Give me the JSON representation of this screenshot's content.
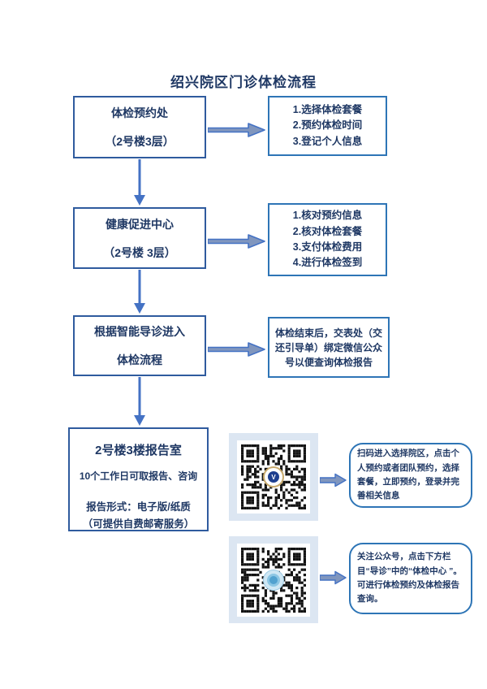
{
  "title": "绍兴院区门诊体检流程",
  "colors": {
    "text_navy": "#1f3864",
    "flow_border": "#2f5b9e",
    "detail_border": "#2e75b6",
    "arrow_stroke": "#4472c4",
    "arrow_fill": "#8096be",
    "qr_card_bg": "#dce6f2"
  },
  "steps": [
    {
      "line1": "体检预约处",
      "line2": "（2号楼3层）"
    },
    {
      "line1": "健康促进中心",
      "line2": "（2号楼 3层）"
    },
    {
      "line1": "根据智能导诊进入",
      "line2": "体检流程"
    }
  ],
  "details": {
    "box1": [
      "1.选择体检套餐",
      "2.预约体检时间",
      "3.登记个人信息"
    ],
    "box2": [
      "1.核对预约信息",
      "2.核对体检套餐",
      "3.支付体检费用",
      "4.进行体检签到"
    ],
    "box3": "体检结束后，交表处（交还引导单）绑定微信公众号以便查询体检报告"
  },
  "report_box": {
    "title": "2号楼3楼报告室",
    "line2": "10个工作日可取报告、咨询",
    "line3": "报告形式：电子版/纸质",
    "line4": "（可提供自费邮寄服务）"
  },
  "qr_sections": [
    {
      "logo": "hospital-crest-logo",
      "logo_glyph": "V",
      "caption": "扫码进入选择院区，点击个人预约或者团队预约，选择套餐，立即预约，登录并完善相关信息"
    },
    {
      "logo": "official-account-logo",
      "logo_glyph": "",
      "caption": "关注公众号，点击下方栏目“导诊”中的“体检中心 ”。可进行体检预约及体检报告查询。"
    }
  ]
}
